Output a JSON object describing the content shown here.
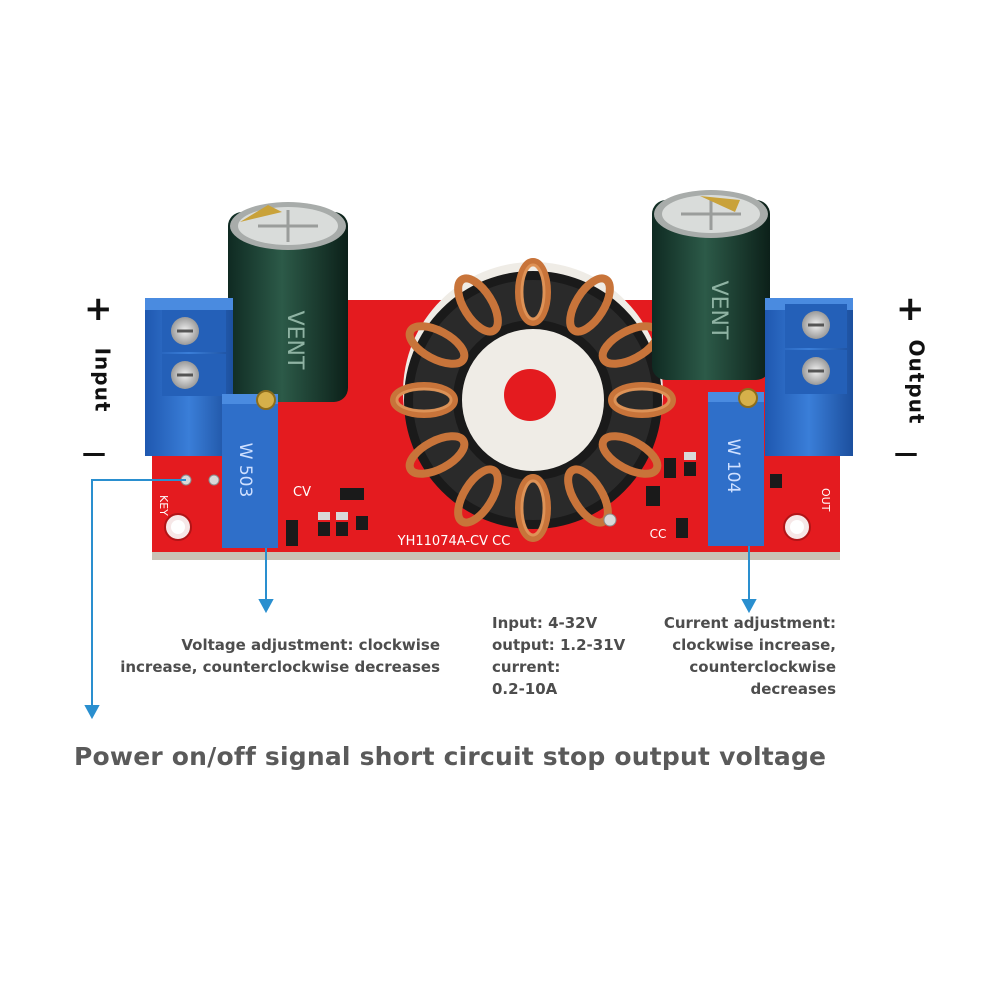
{
  "board": {
    "model_label": "YH11074A-CV CC",
    "cv_label": "CV",
    "cc_label": "CC",
    "key_label": "KEY",
    "out_label": "OUT",
    "pot_left_marking": "W 503",
    "pot_right_marking": "W 104",
    "capacitor_marking": "VENT"
  },
  "input_side": {
    "plus": "+",
    "minus": "—",
    "label": "Input"
  },
  "output_side": {
    "plus": "+",
    "minus": "—",
    "label": "Output"
  },
  "annotations": {
    "voltage_adjust": [
      "Voltage adjustment: clockwise",
      "increase, counterclockwise decreases"
    ],
    "specs": [
      "Input: 4-32V",
      "output: 1.2-31V",
      "current:",
      "0.2-10A"
    ],
    "current_adjust": [
      "Current adjustment:",
      "clockwise increase,",
      "counterclockwise",
      "decreases"
    ]
  },
  "headline": "Power on/off signal short circuit stop output voltage",
  "colors": {
    "pcb": "#e41b1f",
    "terminal": "#2f6fc9",
    "capacitor": "#1f4a3a",
    "copper": "#c8743a",
    "arrow": "#2a8fcf"
  }
}
